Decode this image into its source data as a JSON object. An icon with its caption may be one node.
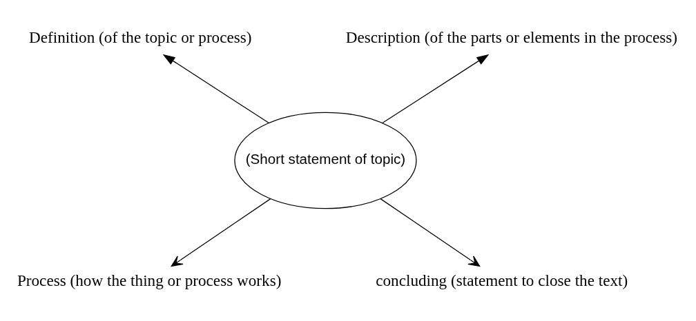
{
  "diagram": {
    "nodes": [
      {
        "text": [
          "(Short statement of topic)"
        ]
      },
      {
        "text": [
          "Definition (of the topic or process)"
        ]
      },
      {
        "text": [
          "Description (of the parts or elements in the process)"
        ]
      },
      {
        "text": [
          "Process (how the thing or process works)"
        ]
      },
      {
        "text": [
          "concluding (statement to close the text)"
        ]
      }
    ],
    "edges": [
      {
        "from": 0,
        "to": 1,
        "arrow": "to"
      },
      {
        "from": 0,
        "to": 2,
        "arrow": "to"
      },
      {
        "from": 0,
        "to": 3,
        "arrow": "to"
      },
      {
        "from": 0,
        "to": 4,
        "arrow": "to"
      }
    ]
  }
}
